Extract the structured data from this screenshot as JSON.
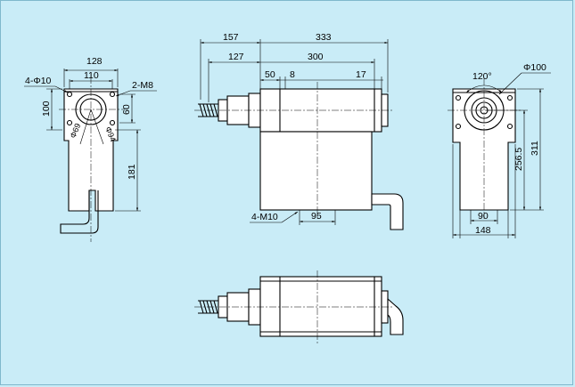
{
  "dims": {
    "d128": "128",
    "d110": "110",
    "hole_spec": "4-Φ10",
    "thread_spec": "2-M8",
    "d100": "100",
    "d60": "60",
    "phi69": "Φ69",
    "phi94": "Φ94",
    "d181": "181",
    "d157": "157",
    "d333": "333",
    "d127": "127",
    "d300": "300",
    "d50": "50",
    "d8": "8",
    "d17": "17",
    "mount_spec": "4-M10",
    "d95": "95",
    "angle120": "120°",
    "phi100": "Φ100",
    "d311": "311",
    "d256_5": "256.5",
    "d90": "90",
    "d148": "148"
  }
}
